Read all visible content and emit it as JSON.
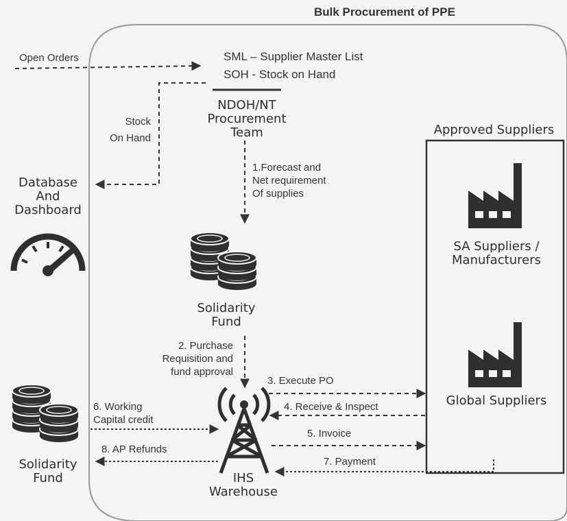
{
  "title": "Bulk Procurement of PPE",
  "labels": {
    "open_orders": "Open Orders",
    "sml": "SML – Supplier Master List",
    "soh": "SOH -  Stock on Hand",
    "procurement_team": [
      "NDOH/NT",
      "Procurement",
      "Team"
    ],
    "stock_on_hand": [
      "Stock",
      "On Hand"
    ],
    "database": [
      "Database",
      "And",
      "Dashboard"
    ],
    "forecast": [
      "1.Forecast and",
      "Net requirement",
      "Of supplies"
    ],
    "solidarity_fund_center": [
      "Solidarity",
      "Fund"
    ],
    "approved_suppliers": "Approved Suppliers",
    "sa_suppliers": [
      "SA Suppliers /",
      "Manufacturers"
    ],
    "global_suppliers": "Global Suppliers",
    "purchase_req": [
      "2. Purchase",
      "Requisition and",
      "fund approval"
    ],
    "execute_po": "3. Execute PO",
    "receive_inspect": "4. Receive & Inspect",
    "invoice": "5. Invoice",
    "working_capital": [
      "6. Working",
      "Capital credit"
    ],
    "payment": "7. Payment",
    "ap_refunds": "8. AP Refunds",
    "solidarity_fund_left": [
      "Solidarity",
      "Fund"
    ],
    "warehouse": [
      "IHS",
      "Warehouse"
    ]
  },
  "icons": {
    "gauge": "speedometer-icon",
    "coins": "coin-stack-icon",
    "factory": "factory-icon",
    "tower": "radio-tower-icon"
  },
  "colors": {
    "background": "#f4f4f2",
    "ink": "#333333",
    "boundary": "#9a9a9a"
  }
}
